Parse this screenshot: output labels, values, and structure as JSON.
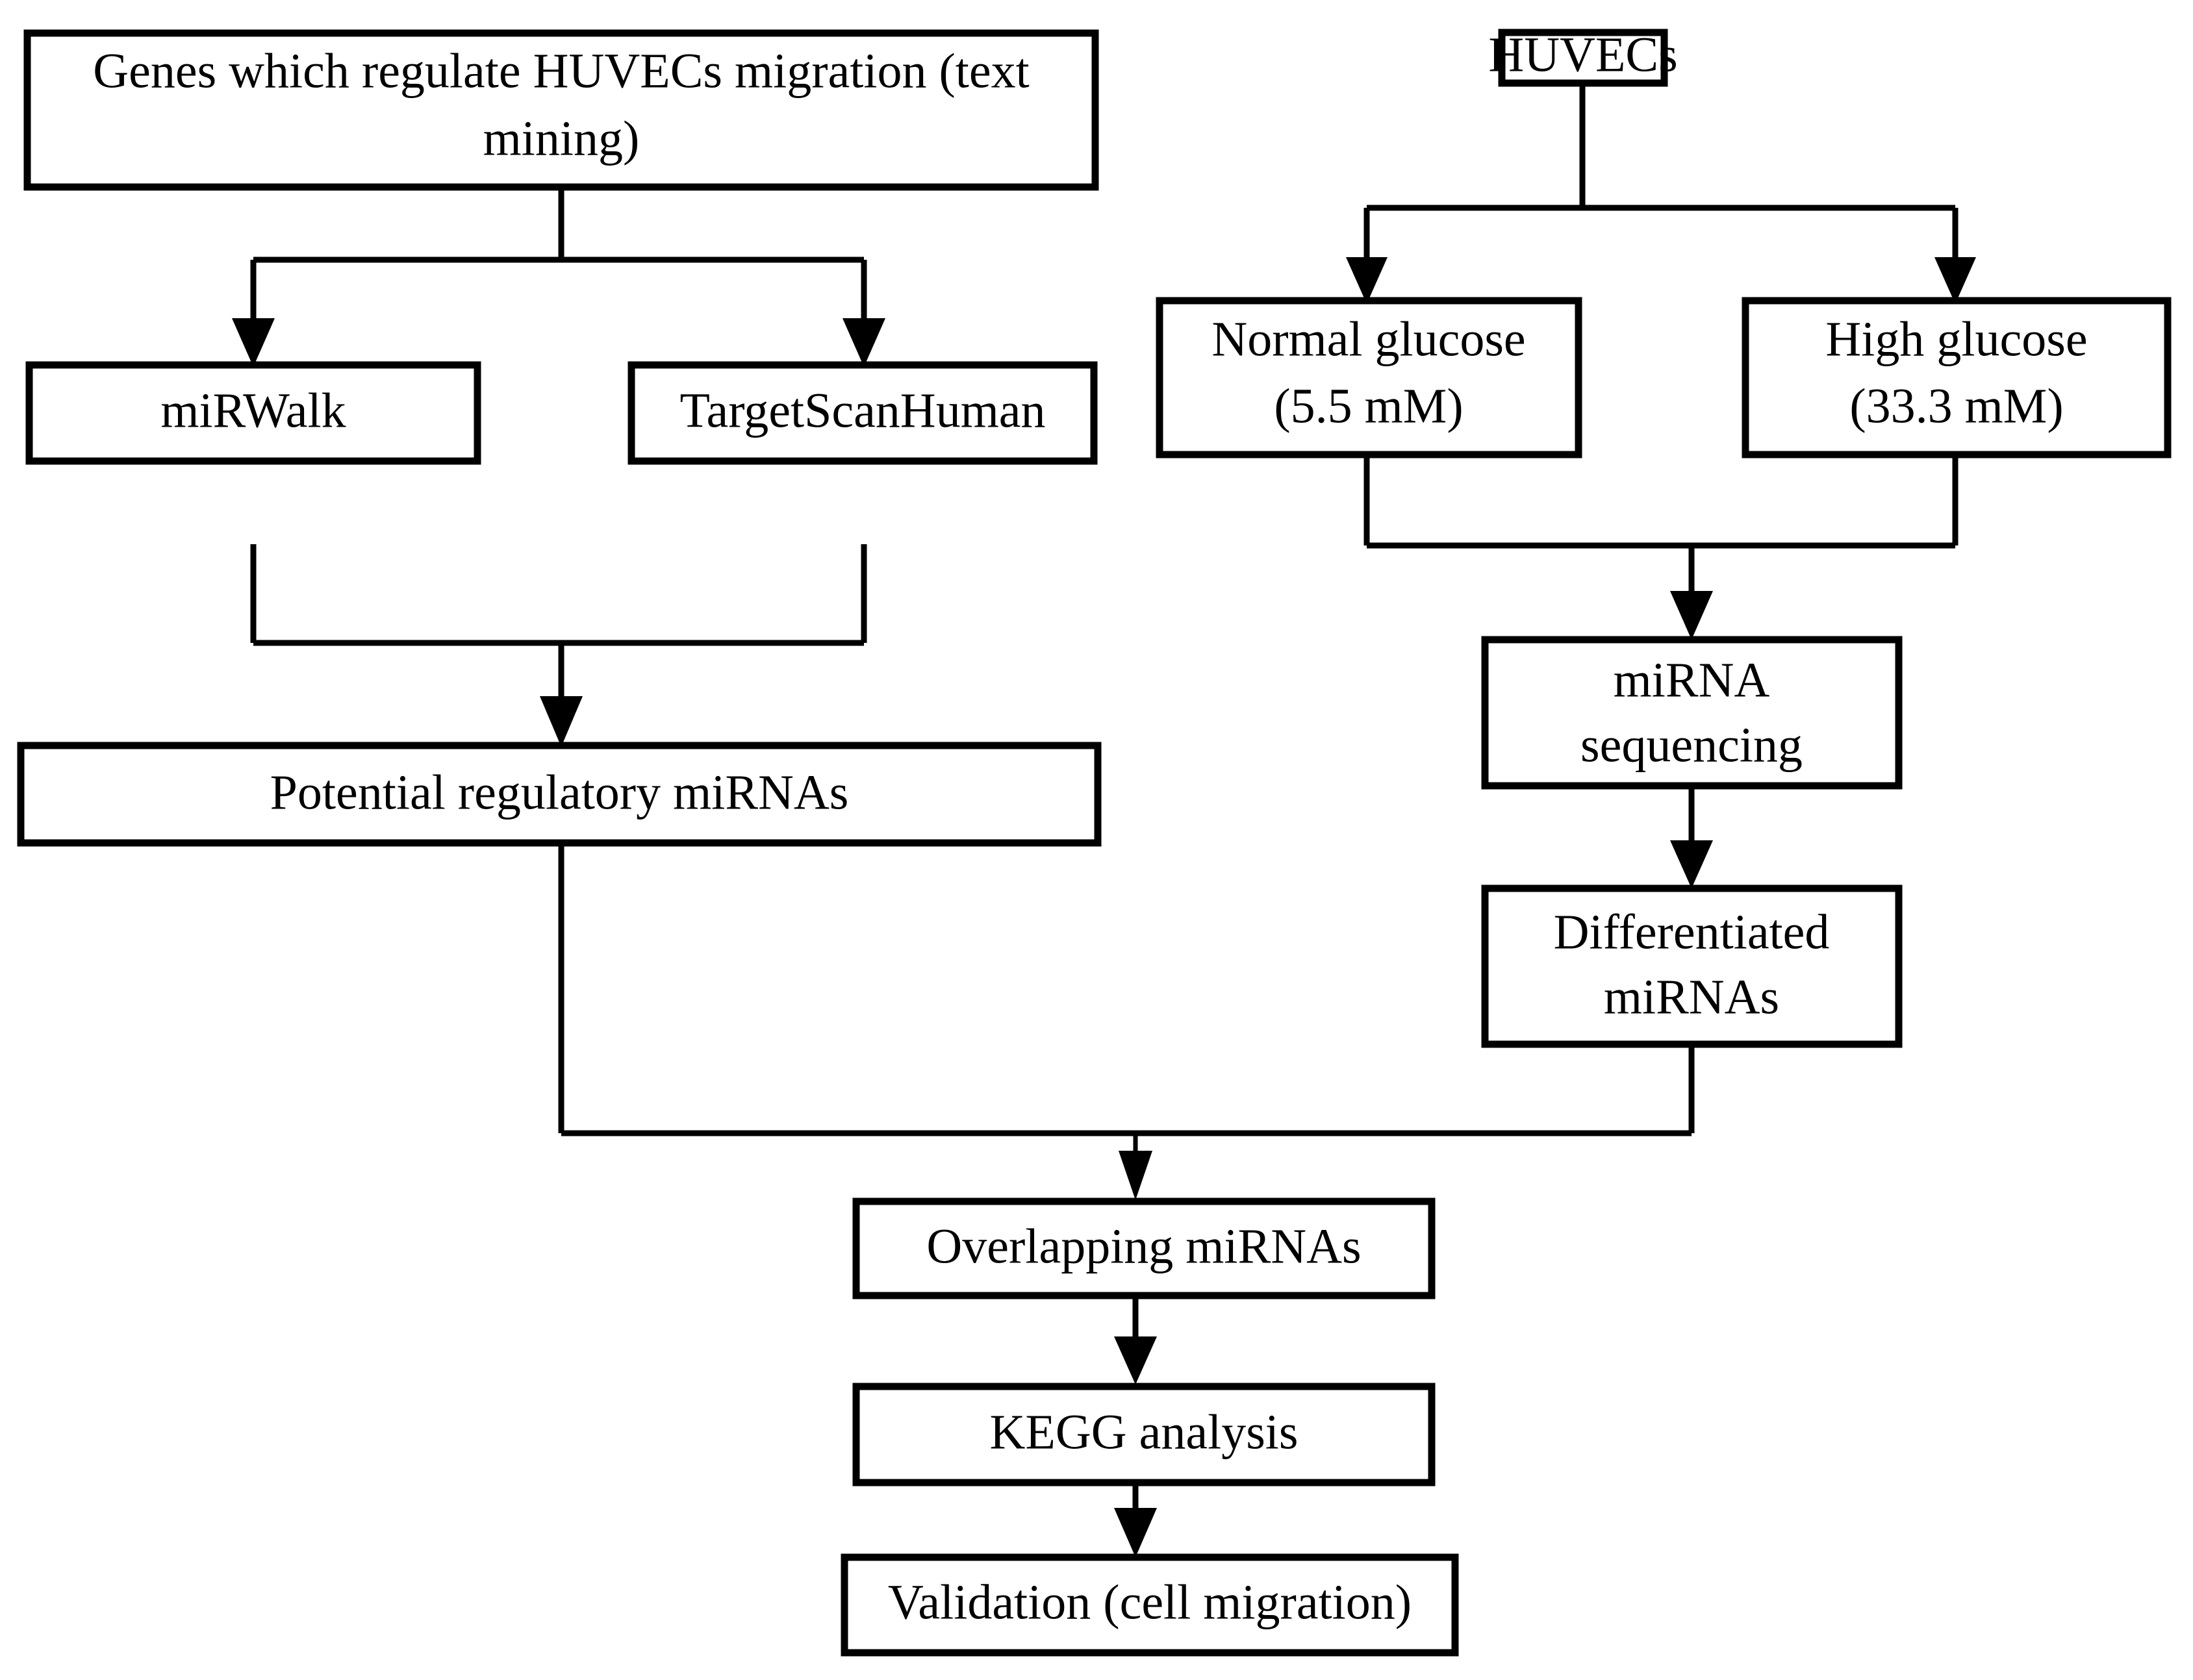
{
  "diagram": {
    "type": "flowchart",
    "title": "Study workflow for identifying miRNAs regulating HUVEC migration under high glucose",
    "background_color": "#ffffff",
    "line_color": "#000000",
    "box_fill_color": "#ffffff",
    "nodes": [
      {
        "id": "text-mining",
        "lines": [
          "Genes which regulate HUVECs migration (text",
          "mining)"
        ],
        "text": "Genes which regulate HUVECs migration (text mining)",
        "column": "left",
        "row": 1
      },
      {
        "id": "mirwalk",
        "lines": [
          "miRWalk"
        ],
        "text": "miRWalk",
        "column": "left",
        "row": 2
      },
      {
        "id": "targetscanhuman",
        "lines": [
          "TargetScanHuman"
        ],
        "text": "TargetScanHuman",
        "column": "left",
        "row": 2
      },
      {
        "id": "potential-mirnas",
        "lines": [
          "Potential regulatory miRNAs"
        ],
        "text": "Potential regulatory miRNAs",
        "column": "left",
        "row": 3
      },
      {
        "id": "huvecs",
        "lines": [
          "HUVECs"
        ],
        "text": "HUVECs",
        "column": "right",
        "row": 1
      },
      {
        "id": "normal-glucose",
        "lines": [
          "Normal glucose",
          "(5.5 mM)"
        ],
        "text": "Normal glucose (5.5 mM)",
        "column": "right",
        "row": 2
      },
      {
        "id": "high-glucose",
        "lines": [
          "High glucose",
          "(33.3 mM)"
        ],
        "text": "High glucose (33.3 mM)",
        "column": "right",
        "row": 2
      },
      {
        "id": "mirna-sequencing",
        "lines": [
          "miRNA",
          "sequencing"
        ],
        "text": "miRNA sequencing",
        "column": "right",
        "row": 3
      },
      {
        "id": "differentiated-mirnas",
        "lines": [
          "Differentiated",
          "miRNAs"
        ],
        "text": "Differentiated miRNAs",
        "column": "right",
        "row": 4
      },
      {
        "id": "overlapping-mirnas",
        "lines": [
          "Overlapping miRNAs"
        ],
        "text": "Overlapping miRNAs",
        "column": "center",
        "row": 5
      },
      {
        "id": "kegg-analysis",
        "lines": [
          "KEGG analysis"
        ],
        "text": "KEGG analysis",
        "column": "center",
        "row": 6
      },
      {
        "id": "validation",
        "lines": [
          "Validation (cell migration)"
        ],
        "text": "Validation (cell migration)",
        "column": "center",
        "row": 7
      }
    ],
    "edges": [
      {
        "from": "text-mining",
        "to": "mirwalk",
        "arrow": true
      },
      {
        "from": "text-mining",
        "to": "targetscanhuman",
        "arrow": true
      },
      {
        "from": "mirwalk",
        "to": "potential-mirnas",
        "arrow": true
      },
      {
        "from": "targetscanhuman",
        "to": "potential-mirnas",
        "arrow": true
      },
      {
        "from": "huvecs",
        "to": "normal-glucose",
        "arrow": true
      },
      {
        "from": "huvecs",
        "to": "high-glucose",
        "arrow": true
      },
      {
        "from": "normal-glucose",
        "to": "mirna-sequencing",
        "arrow": true
      },
      {
        "from": "high-glucose",
        "to": "mirna-sequencing",
        "arrow": true
      },
      {
        "from": "mirna-sequencing",
        "to": "differentiated-mirnas",
        "arrow": true
      },
      {
        "from": "potential-mirnas",
        "to": "overlapping-mirnas",
        "arrow": true
      },
      {
        "from": "differentiated-mirnas",
        "to": "overlapping-mirnas",
        "arrow": true
      },
      {
        "from": "overlapping-mirnas",
        "to": "kegg-analysis",
        "arrow": true
      },
      {
        "from": "kegg-analysis",
        "to": "validation",
        "arrow": true
      }
    ]
  }
}
